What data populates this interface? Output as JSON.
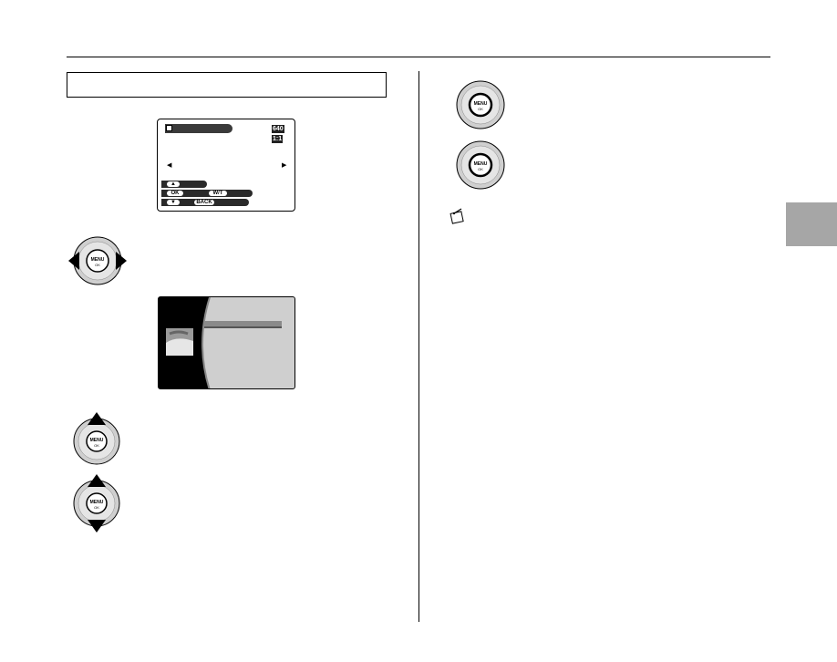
{
  "page": {
    "title_box_text": "",
    "lcd_menu": {
      "quality_badge": "640",
      "frame_badge": "1:1",
      "ok_button_label": "OK",
      "wt_button_label": "W/T",
      "back_button_label": "BACK"
    },
    "dials": [
      {
        "name": "dial-left-right",
        "buttons": "MENU/OK"
      },
      {
        "name": "dial-up",
        "buttons": "MENU/OK"
      },
      {
        "name": "dial-up-down",
        "buttons": "MENU/OK"
      },
      {
        "name": "dial-right-1",
        "buttons": "MENU/OK"
      },
      {
        "name": "dial-right-2",
        "buttons": "MENU/OK"
      }
    ],
    "dial_center_label": "MENU",
    "dial_center_sublabel": "OK"
  },
  "colors": {
    "side_tab": "#a6a6a6",
    "screen_dark": "#000000",
    "dial_gray": "#cfcfcf"
  }
}
